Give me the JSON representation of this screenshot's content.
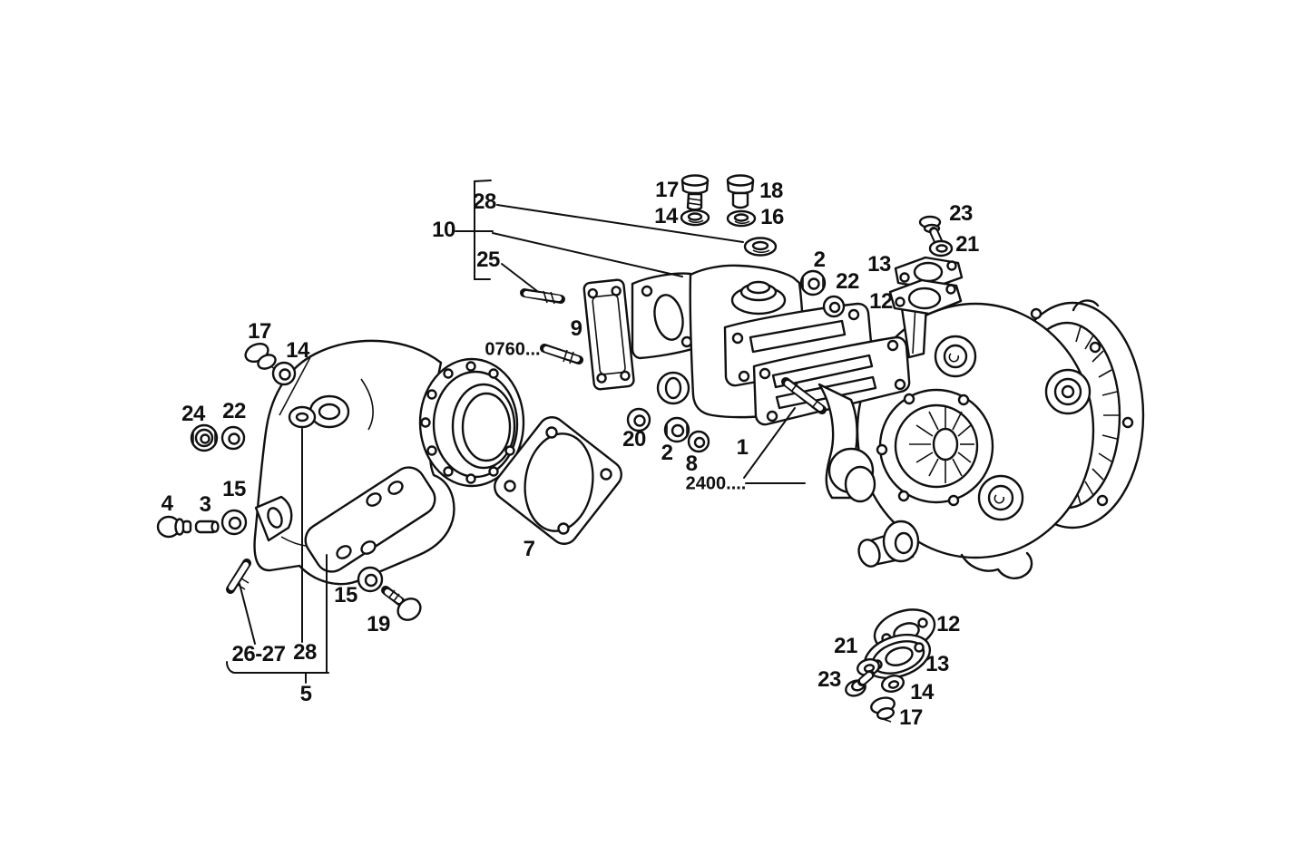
{
  "figure": {
    "background": "#ffffff",
    "ink_color": "#101010"
  },
  "callouts": [
    {
      "id": "28-top",
      "text": "28"
    },
    {
      "id": "10",
      "text": "10"
    },
    {
      "id": "25",
      "text": "25"
    },
    {
      "id": "17-top",
      "text": "17"
    },
    {
      "id": "14-top",
      "text": "14"
    },
    {
      "id": "18",
      "text": "18"
    },
    {
      "id": "16",
      "text": "16"
    },
    {
      "id": "2-top",
      "text": "2"
    },
    {
      "id": "22-top",
      "text": "22"
    },
    {
      "id": "23-top",
      "text": "23"
    },
    {
      "id": "21-top",
      "text": "21"
    },
    {
      "id": "13-top",
      "text": "13"
    },
    {
      "id": "12-top",
      "text": "12"
    },
    {
      "id": "9",
      "text": "9"
    },
    {
      "id": "0760",
      "text": "0760..."
    },
    {
      "id": "17-left",
      "text": "17"
    },
    {
      "id": "14-left",
      "text": "14"
    },
    {
      "id": "24",
      "text": "24"
    },
    {
      "id": "22-left",
      "text": "22"
    },
    {
      "id": "15-left",
      "text": "15"
    },
    {
      "id": "4",
      "text": "4"
    },
    {
      "id": "3",
      "text": "3"
    },
    {
      "id": "26-27",
      "text": "26-27"
    },
    {
      "id": "28-bottom",
      "text": "28"
    },
    {
      "id": "5",
      "text": "5"
    },
    {
      "id": "15-bottom",
      "text": "15"
    },
    {
      "id": "19",
      "text": "19"
    },
    {
      "id": "7",
      "text": "7"
    },
    {
      "id": "20",
      "text": "20"
    },
    {
      "id": "2-mid",
      "text": "2"
    },
    {
      "id": "8",
      "text": "8"
    },
    {
      "id": "1",
      "text": "1"
    },
    {
      "id": "2400",
      "text": "2400...."
    },
    {
      "id": "12-bottom",
      "text": "12"
    },
    {
      "id": "21-bottom",
      "text": "21"
    },
    {
      "id": "23-bottom",
      "text": "23"
    },
    {
      "id": "13-bottom",
      "text": "13"
    },
    {
      "id": "14-bottom",
      "text": "14"
    },
    {
      "id": "17-bottom",
      "text": "17"
    }
  ]
}
